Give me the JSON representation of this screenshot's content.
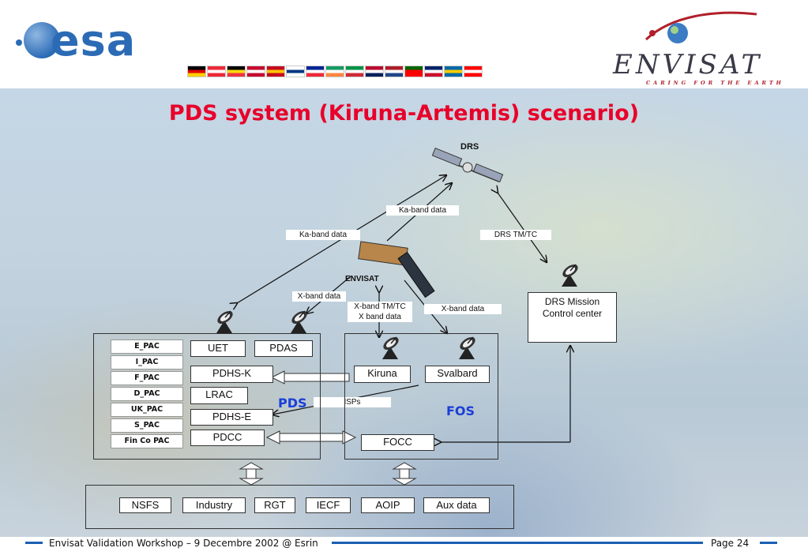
{
  "header": {
    "esa_logo_text": "esa",
    "envisat_logo_text": "ENVISAT",
    "envisat_tagline": "CARING FOR THE EARTH",
    "flag_colors": [
      [
        "#000000",
        "#dd0000",
        "#ffce00"
      ],
      [
        "#ed2939",
        "#ffffff",
        "#ed2939"
      ],
      [
        "#000000",
        "#ffd90c",
        "#ef3340"
      ],
      [
        "#c60c30",
        "#ffffff",
        "#c60c30"
      ],
      [
        "#c60b1e",
        "#ffc400",
        "#c60b1e"
      ],
      [
        "#ffffff",
        "#003580",
        "#ffffff"
      ],
      [
        "#002395",
        "#ffffff",
        "#ed2939"
      ],
      [
        "#169b62",
        "#ffffff",
        "#ff883e"
      ],
      [
        "#009246",
        "#ffffff",
        "#ce2b37"
      ],
      [
        "#ba0c2f",
        "#ffffff",
        "#00205b"
      ],
      [
        "#ae1c28",
        "#ffffff",
        "#21468b"
      ],
      [
        "#006600",
        "#ff0000",
        "#ff0000"
      ],
      [
        "#012169",
        "#ffffff",
        "#c8102e"
      ],
      [
        "#006aa7",
        "#fecc00",
        "#006aa7"
      ],
      [
        "#ff0000",
        "#ffffff",
        "#ff0000"
      ]
    ]
  },
  "title": "PDS system (Kiruna-Artemis) scenario)",
  "diagram": {
    "drs_label": "DRS",
    "envisat_label": "ENVISAT",
    "links": {
      "ka_band_top": "Ka-band data",
      "ka_band_left": "Ka-band data",
      "drs_tmtc": "DRS TM/TC",
      "x_band_left": "X-band data",
      "x_band_tmtc": "X-band TM/TC",
      "x_band_data_center": "X band data",
      "x_band_right": "X-band data",
      "isps": "ISPs"
    },
    "drs_mcc": "DRS Mission Control center",
    "pds": {
      "label": "PDS",
      "pacs": [
        "E_PAC",
        "I_PAC",
        "F_PAC",
        "D_PAC",
        "UK_PAC",
        "S_PAC",
        "Fin Co PAC"
      ],
      "uet": "UET",
      "pdas": "PDAS",
      "pdhs_k": "PDHS-K",
      "lrac": "LRAC",
      "pdhs_e": "PDHS-E",
      "pdcc": "PDCC"
    },
    "fos": {
      "label": "FOS",
      "kiruna": "Kiruna",
      "svalbard": "Svalbard",
      "focc": "FOCC"
    },
    "bottom": [
      "NSFS",
      "Industry",
      "RGT",
      "IECF",
      "AOIP",
      "Aux data"
    ]
  },
  "footer": {
    "left": "Envisat Validation Workshop – 9 Decembre 2002 @ Esrin",
    "right": "Page 24"
  }
}
